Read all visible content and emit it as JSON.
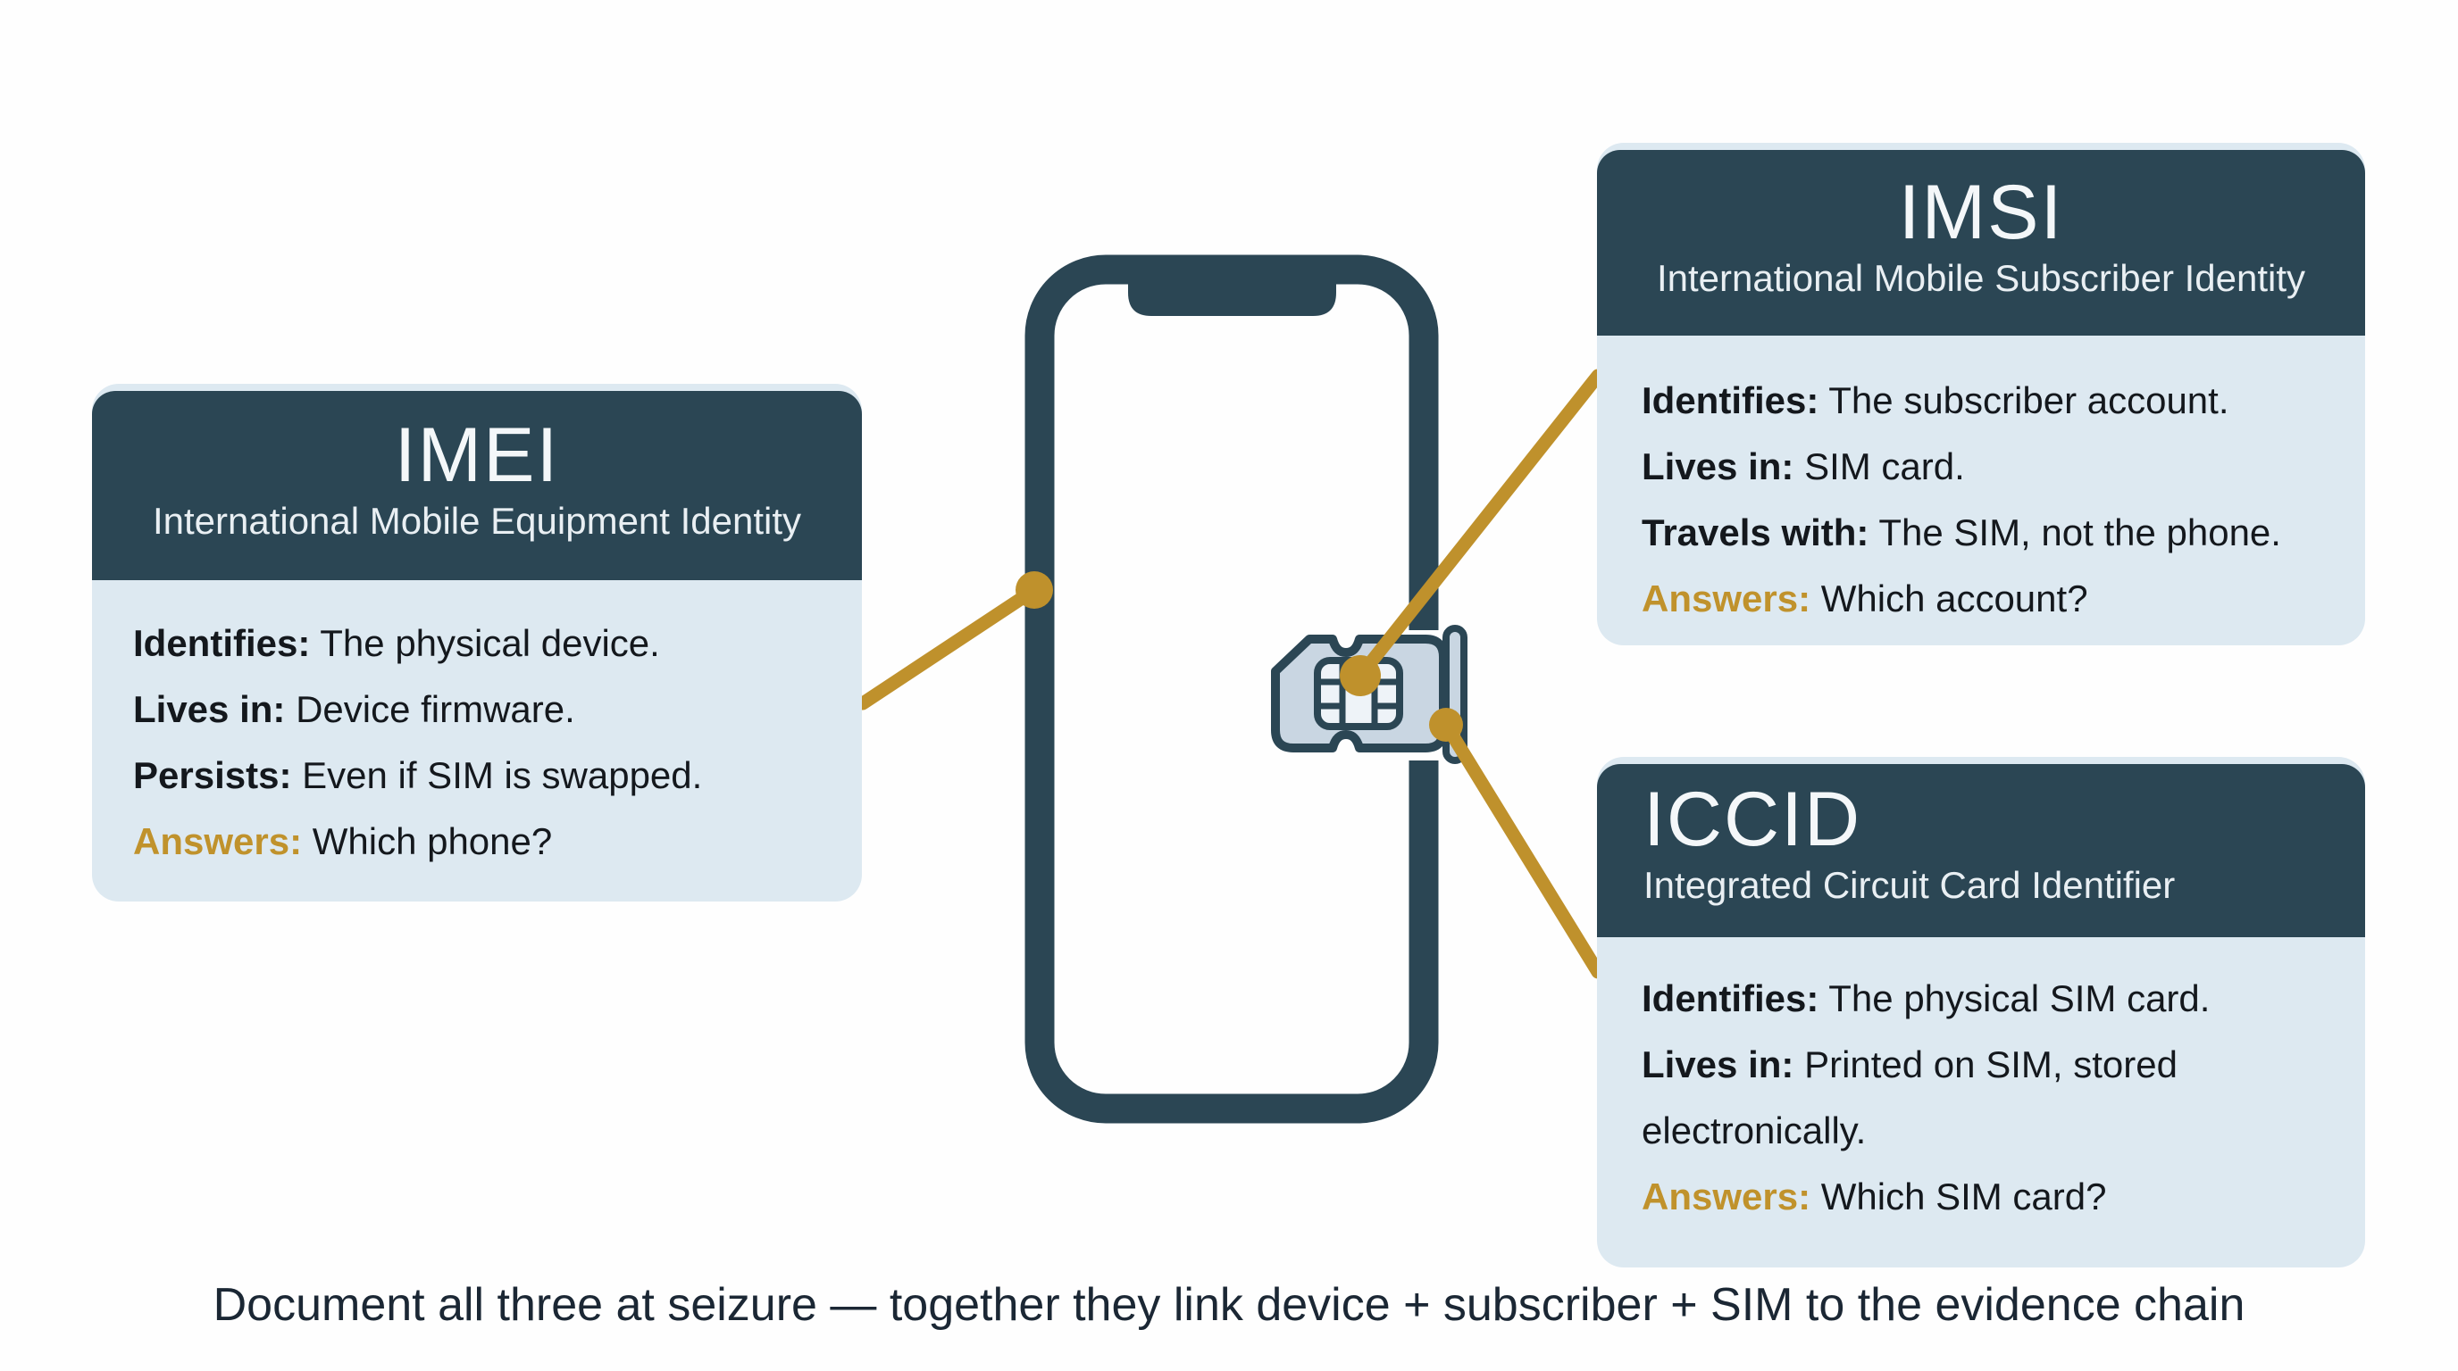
{
  "colors": {
    "header_bg": "#2b4654",
    "body_bg": "#dde9f1",
    "gold_connector": "#bf912c",
    "gold_label": "#c0922c",
    "body_text": "#14181d",
    "caption_text": "#1b2734",
    "canvas_bg": "#fefefe",
    "phone_outline": "#2b4654",
    "sim_fill": "#c9d6e2",
    "chip_fill": "#eef3f8"
  },
  "cards": {
    "imei": {
      "title": "IMEI",
      "subtitle": "International Mobile Equipment Identity",
      "rows": [
        {
          "label": "Identifies:",
          "text": "The physical device."
        },
        {
          "label": "Lives in:",
          "text": "Device firmware."
        },
        {
          "label": "Persists:",
          "text": "Even if SIM is swapped."
        },
        {
          "label": "Answers:",
          "text": "Which phone?"
        }
      ]
    },
    "imsi": {
      "title": "IMSI",
      "subtitle": "International Mobile Subscriber Identity",
      "rows": [
        {
          "label": "Identifies:",
          "text": "The subscriber account."
        },
        {
          "label": "Lives in:",
          "text": "SIM card."
        },
        {
          "label": "Travels with:",
          "text": "The SIM, not the phone."
        },
        {
          "label": "Answers:",
          "text": "Which account?"
        }
      ]
    },
    "iccid": {
      "title": "ICCID",
      "subtitle": "Integrated Circuit Card Identifier",
      "rows": [
        {
          "label": "Identifies:",
          "text": "The physical SIM card."
        },
        {
          "label": "Lives in:",
          "text": "Printed on SIM, stored electronically."
        },
        {
          "label": "Answers:",
          "text": "Which SIM card?"
        }
      ]
    }
  },
  "icons": {
    "phone": "phone-outline-icon",
    "sim": "sim-card-icon",
    "tray_pin": "sim-tray-pin-icon"
  },
  "caption": "Document all three at seizure — together they link device + subscriber + SIM to the evidence chain"
}
